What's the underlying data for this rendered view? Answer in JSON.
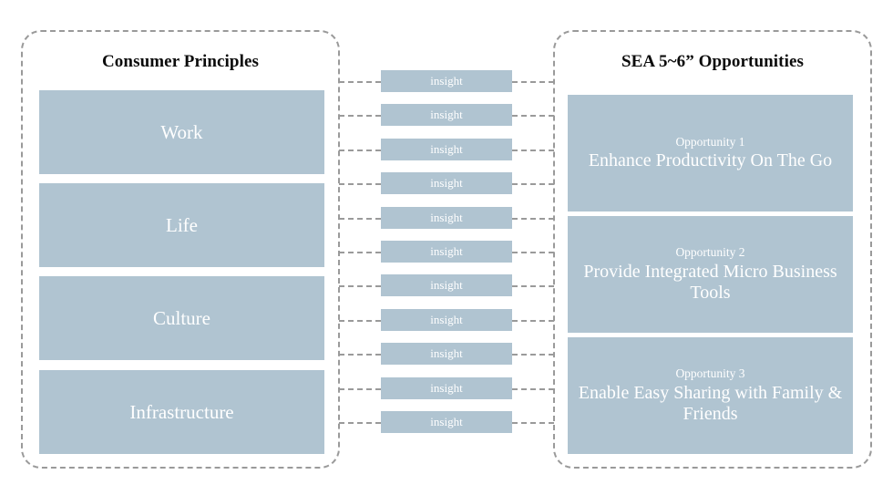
{
  "diagram": {
    "background": "#ffffff",
    "box_fill": "#b0c4d1",
    "border_color": "#9a9a9a",
    "text_color": "#ffffff",
    "title_color": "#0b0b0b"
  },
  "left_panel": {
    "title": "Consumer Principles",
    "items": [
      {
        "label": "Work"
      },
      {
        "label": "Life"
      },
      {
        "label": "Culture"
      },
      {
        "label": "Infrastructure"
      }
    ]
  },
  "middle": {
    "insights": [
      {
        "label": "insight"
      },
      {
        "label": "insight"
      },
      {
        "label": "insight"
      },
      {
        "label": "insight"
      },
      {
        "label": "insight"
      },
      {
        "label": "insight"
      },
      {
        "label": "insight"
      },
      {
        "label": "insight"
      },
      {
        "label": "insight"
      },
      {
        "label": "insight"
      },
      {
        "label": "insight"
      }
    ]
  },
  "right_panel": {
    "title": "SEA 5~6” Opportunities",
    "items": [
      {
        "label": "Opportunity 1",
        "title": "Enhance Productivity On The Go"
      },
      {
        "label": "Opportunity 2",
        "title": "Provide Integrated Micro Business Tools"
      },
      {
        "label": "Opportunity 3",
        "title": "Enable Easy Sharing with Family & Friends"
      }
    ]
  }
}
